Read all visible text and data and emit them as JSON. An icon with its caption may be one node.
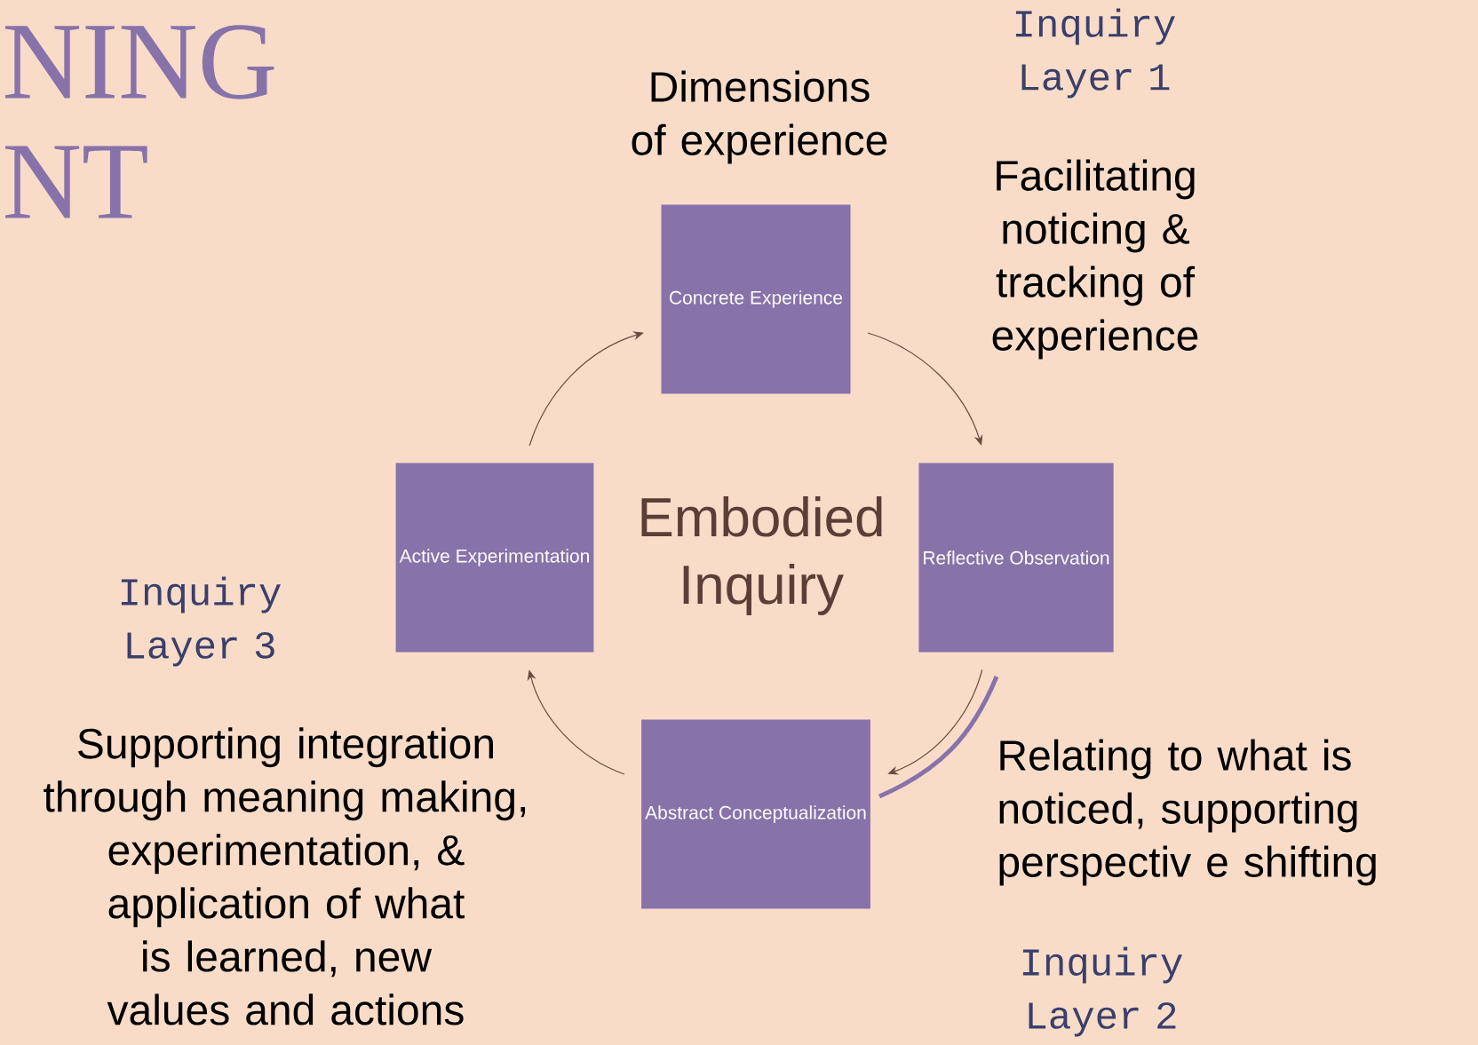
{
  "diagram": {
    "nodes": [
      {
        "text": [
          "Concrete Experience"
        ]
      },
      {
        "text": [
          "Reflective Observation"
        ]
      },
      {
        "text": [
          "Abstract Conceptualization"
        ]
      },
      {
        "text": [
          "Active Experimentation"
        ]
      }
    ],
    "edges": [
      {
        "from": 0,
        "to": 1,
        "arrow": "to"
      },
      {
        "from": 1,
        "to": 2,
        "arrow": "to"
      },
      {
        "from": 2,
        "to": 3,
        "arrow": "to"
      },
      {
        "from": 3,
        "to": 0,
        "arrow": "to"
      }
    ],
    "labels": [
      "NING",
      "NT",
      "Inquiry Layer 1",
      "Dimensions of experience",
      "Facilitating noticing & tracking of experience",
      "Embodied Inquiry",
      "Inquiry Layer 3",
      "Supporting integration through meaning making, experimentation, & application of what is learned, new values and actions",
      "Relating to what is noticed, supporting perspectiv e shifting",
      "Inquiry Layer 2"
    ]
  }
}
